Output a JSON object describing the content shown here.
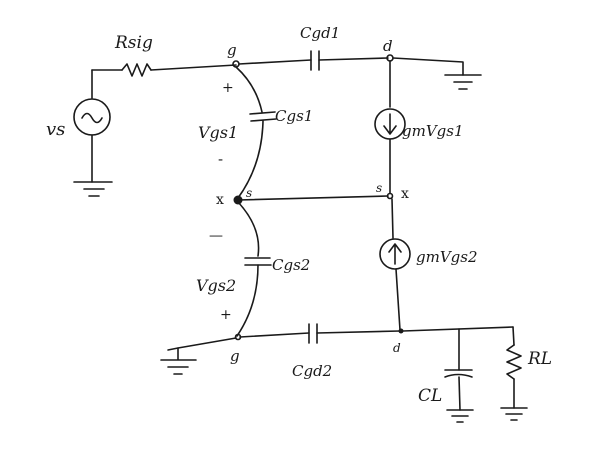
{
  "labels": {
    "rsig": "Rsig",
    "vs": "vs",
    "g_top": "g",
    "d_top": "d",
    "cgd1": "Cgd1",
    "plus_top": "+",
    "minus_top": "-",
    "vgs1": "Vgs1",
    "cgs1": "Cgs1",
    "gm_vgs1": "gmVgs1",
    "x_left": "x",
    "s_left": "s",
    "s_right": "s",
    "x_right": "x",
    "minus_bot": "—",
    "vgs2": "Vgs2",
    "cgs2": "Cgs2",
    "gm_vgs2": "gmVgs2",
    "plus_bot": "+",
    "g_bot": "g",
    "d_bot": "d",
    "cgd2": "Cgd2",
    "cl": "CL",
    "rl": "RL"
  }
}
